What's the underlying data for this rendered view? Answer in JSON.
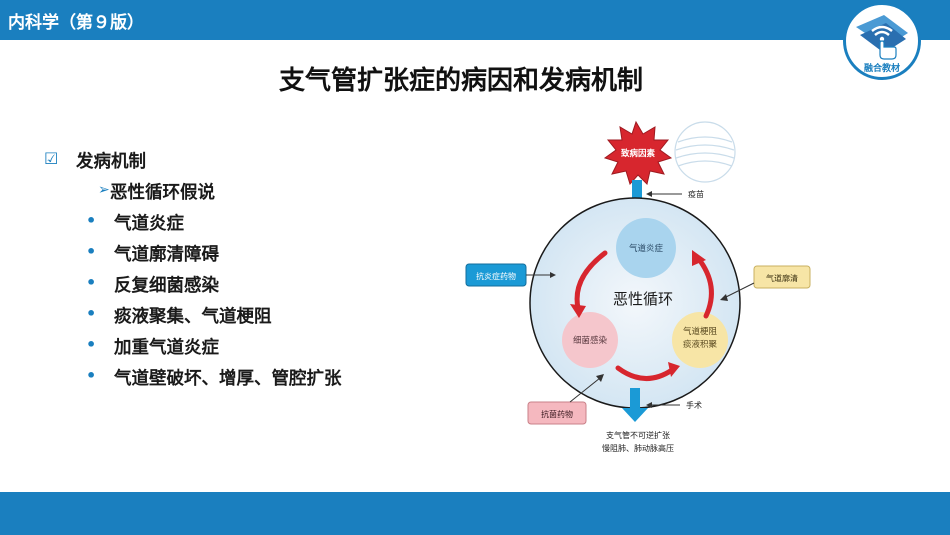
{
  "header": {
    "course": "内科学（第９版）"
  },
  "badge": {
    "label": "融合教材"
  },
  "title": "支气管扩张症的病因和发病机制",
  "bullets": [
    {
      "level": 1,
      "marker": "☑",
      "text": "发病机制"
    },
    {
      "level": 2,
      "marker": "➢",
      "text": "恶性循环假说"
    },
    {
      "level": 3,
      "marker": "•",
      "text": "气道炎症"
    },
    {
      "level": 3,
      "marker": "•",
      "text": "气道廓清障碍"
    },
    {
      "level": 3,
      "marker": "•",
      "text": "反复细菌感染"
    },
    {
      "level": 3,
      "marker": "•",
      "text": "痰液聚集、气道梗阻"
    },
    {
      "level": 3,
      "marker": "•",
      "text": "加重气道炎症"
    },
    {
      "level": 3,
      "marker": "•",
      "text": "气道壁破坏、增厚、管腔扩张"
    }
  ],
  "diagram": {
    "trigger": "致病因素",
    "vaccine": "疫苗",
    "center": "恶性循环",
    "inflammation": "气道炎症",
    "infection": "细菌感染",
    "obstruction": [
      "气道梗阻",
      "痰液积聚"
    ],
    "anti_inflammatory": "抗炎症药物",
    "clearance": "气道廓清",
    "antibacterial": "抗菌药物",
    "surgery": "手术",
    "outcome": [
      "支气管不可逆扩张",
      "慢阻肺、肺动脉高压"
    ]
  }
}
